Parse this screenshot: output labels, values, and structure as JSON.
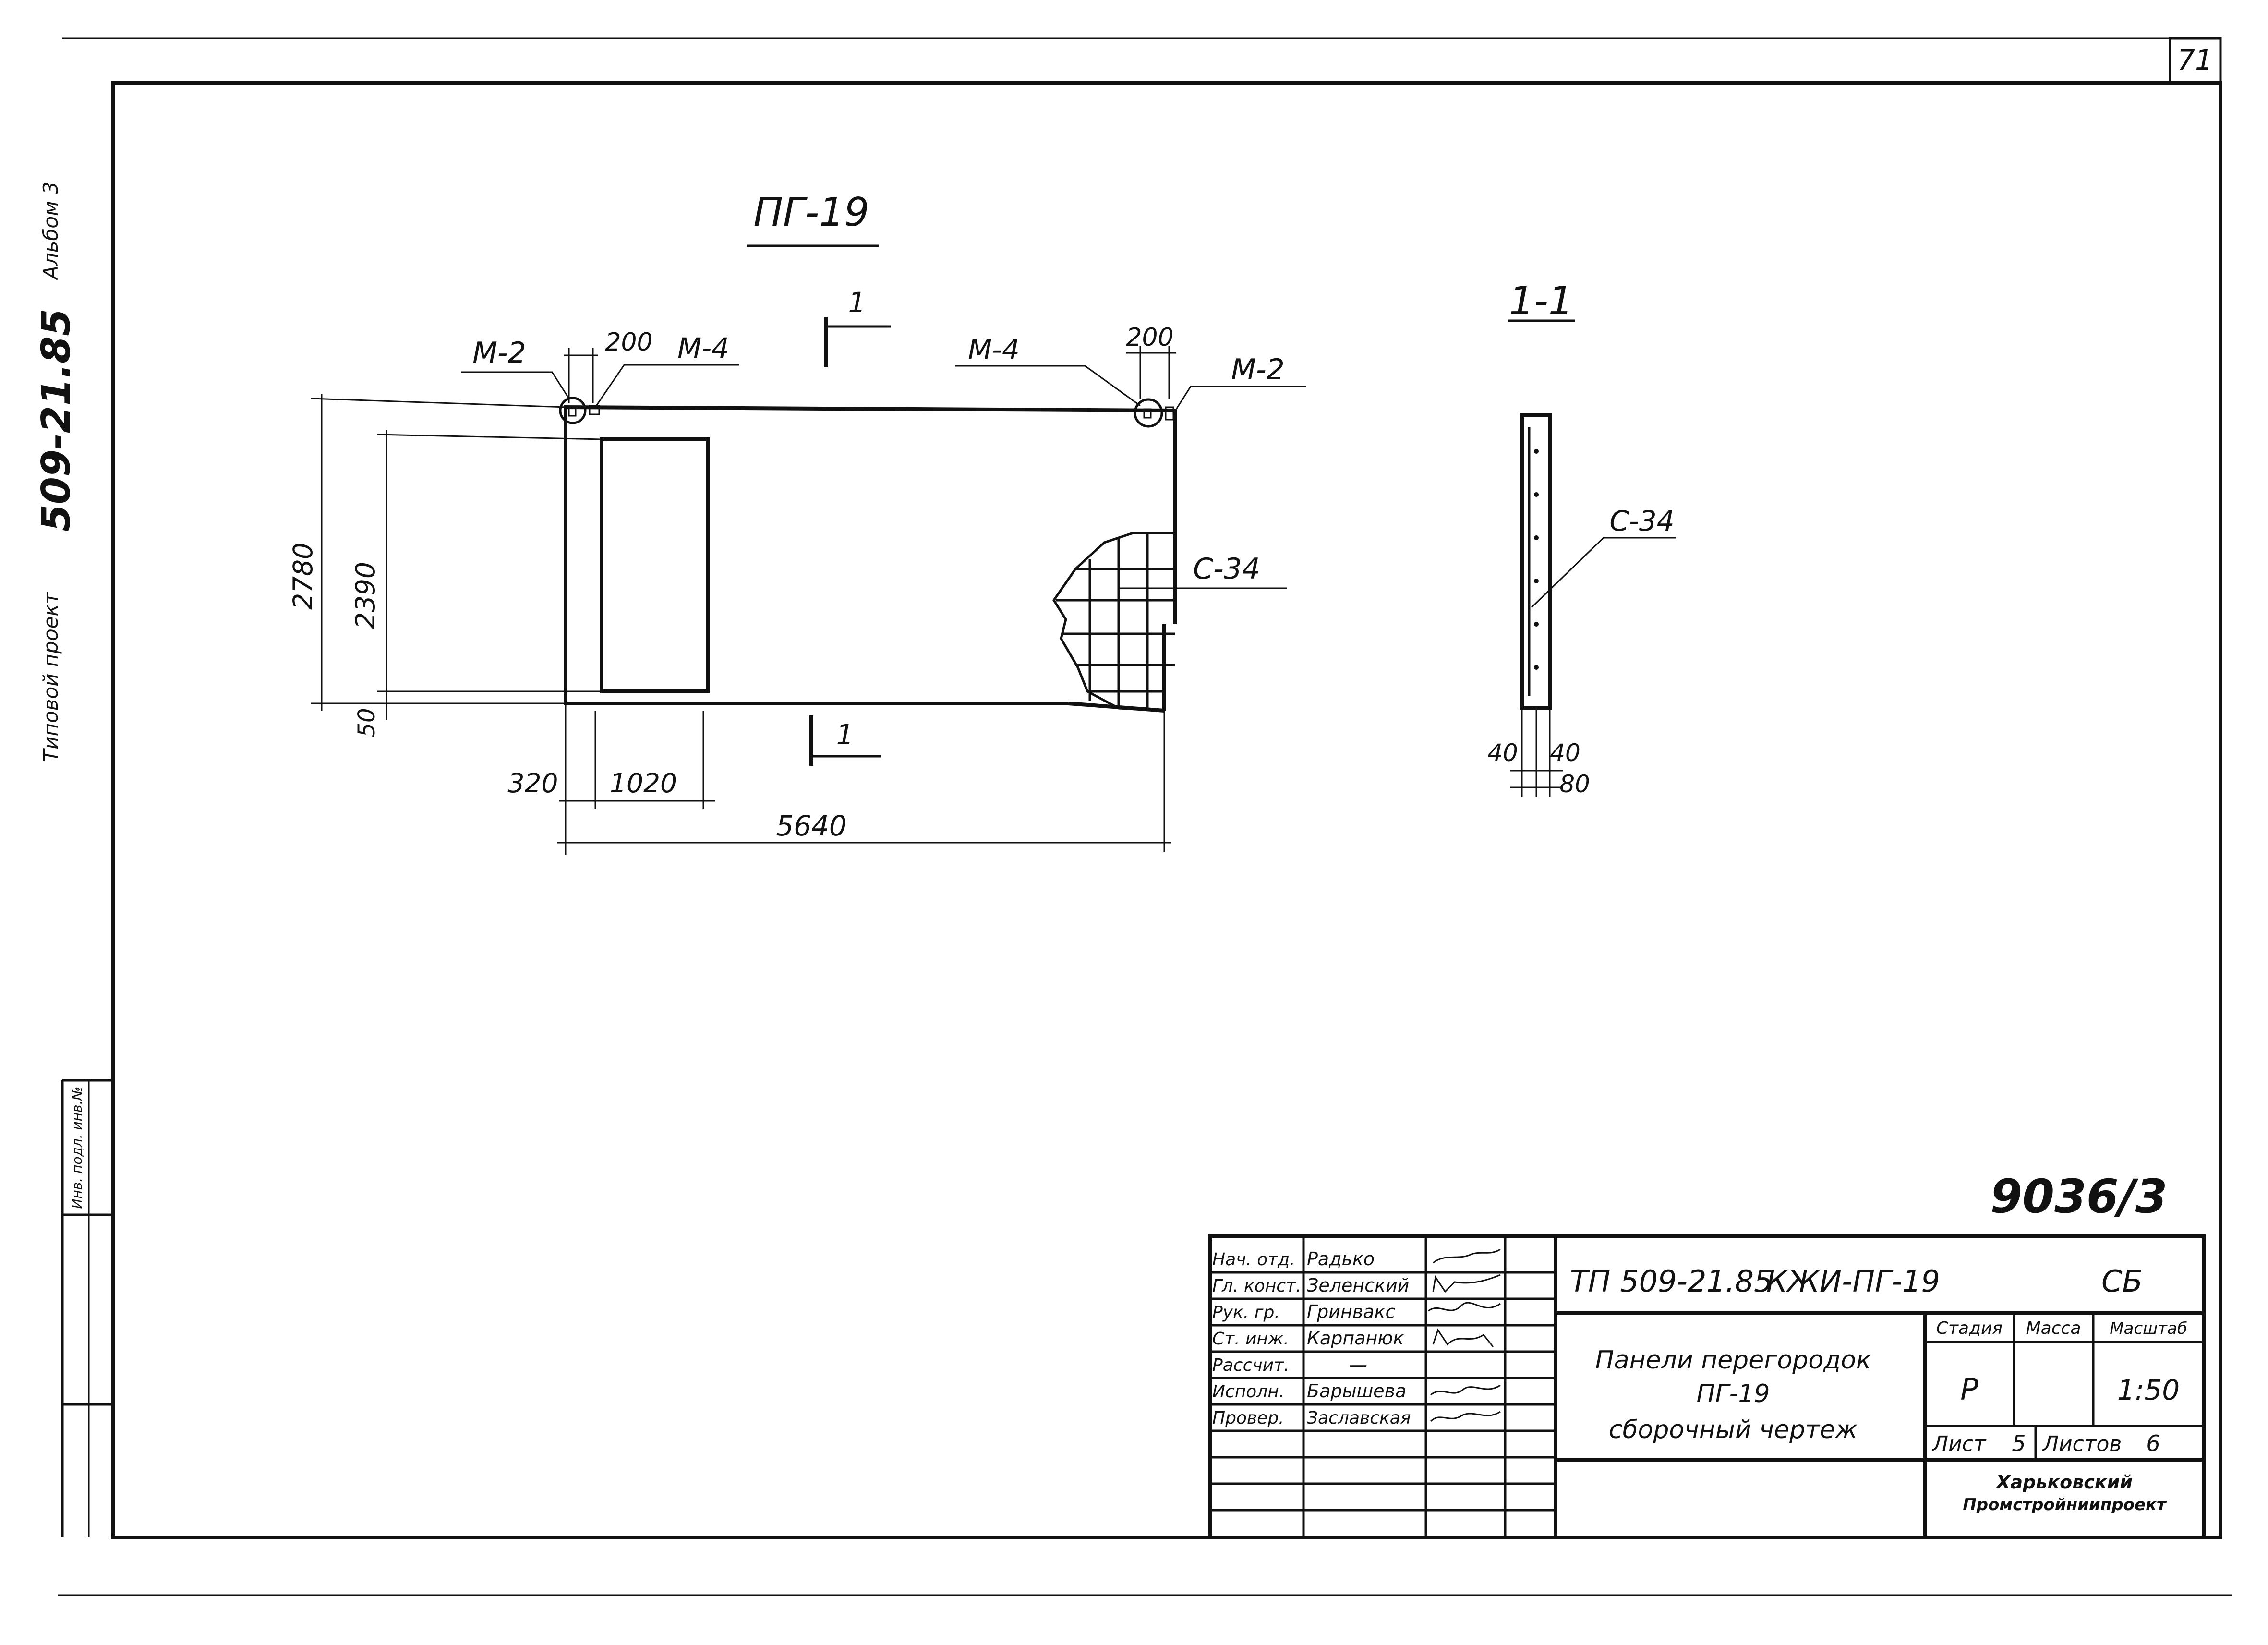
{
  "sheet": {
    "page_number": "71",
    "side_album": "Альбом 3",
    "side_project_number": "509-21.85",
    "side_project_label": "Типовой проект",
    "side_inventory": "Инв. подл. инв.№",
    "archive_number": "9036/3"
  },
  "plan_view": {
    "title": "ПГ-19",
    "callouts": {
      "m2_left": "М-2",
      "m4_left": "М-4",
      "m4_right": "М-4",
      "m2_right": "М-2",
      "c34": "С-34"
    },
    "section_marks": {
      "top": "1",
      "bottom": "1"
    },
    "dimensions": {
      "height_total": "2780",
      "opening_height": "2390",
      "bottom_offset": "50",
      "left_offset": "320",
      "opening_width": "1020",
      "total_length": "5640",
      "top_left_200": "200",
      "top_right_200": "200"
    }
  },
  "section_view": {
    "title": "1-1",
    "callout": "С-34",
    "dimensions": {
      "left": "40",
      "right": "40",
      "total": "80"
    }
  },
  "title_block": {
    "staff": [
      {
        "role": "Нач. отд.",
        "name": "Радько"
      },
      {
        "role": "Гл. конст.",
        "name": "Зеленский"
      },
      {
        "role": "Рук. гр.",
        "name": "Гринвакс"
      },
      {
        "role": "Ст. инж.",
        "name": "Карпанюк"
      },
      {
        "role": "Рассчит.",
        "name": "—"
      },
      {
        "role": "Исполн.",
        "name": "Барышева"
      },
      {
        "role": "Провер.",
        "name": "Заславская"
      }
    ],
    "document_code": "ТП 509-21.85",
    "mark": "КЖИ-ПГ-19",
    "suffix": "СБ",
    "description_line1": "Панели перегородок",
    "description_line2": "ПГ-19",
    "description_line3": "сборочный чертеж",
    "stage_label": "Стадия",
    "mass_label": "Масса",
    "scale_label": "Масштаб",
    "stage_value": "Р",
    "mass_value": "",
    "scale_value": "1:50",
    "sheet_label": "Лист",
    "sheet_value": "5",
    "sheets_label": "Листов",
    "sheets_value": "6",
    "organization_line1": "Харьковский",
    "organization_line2": "Промстройниипроект"
  }
}
